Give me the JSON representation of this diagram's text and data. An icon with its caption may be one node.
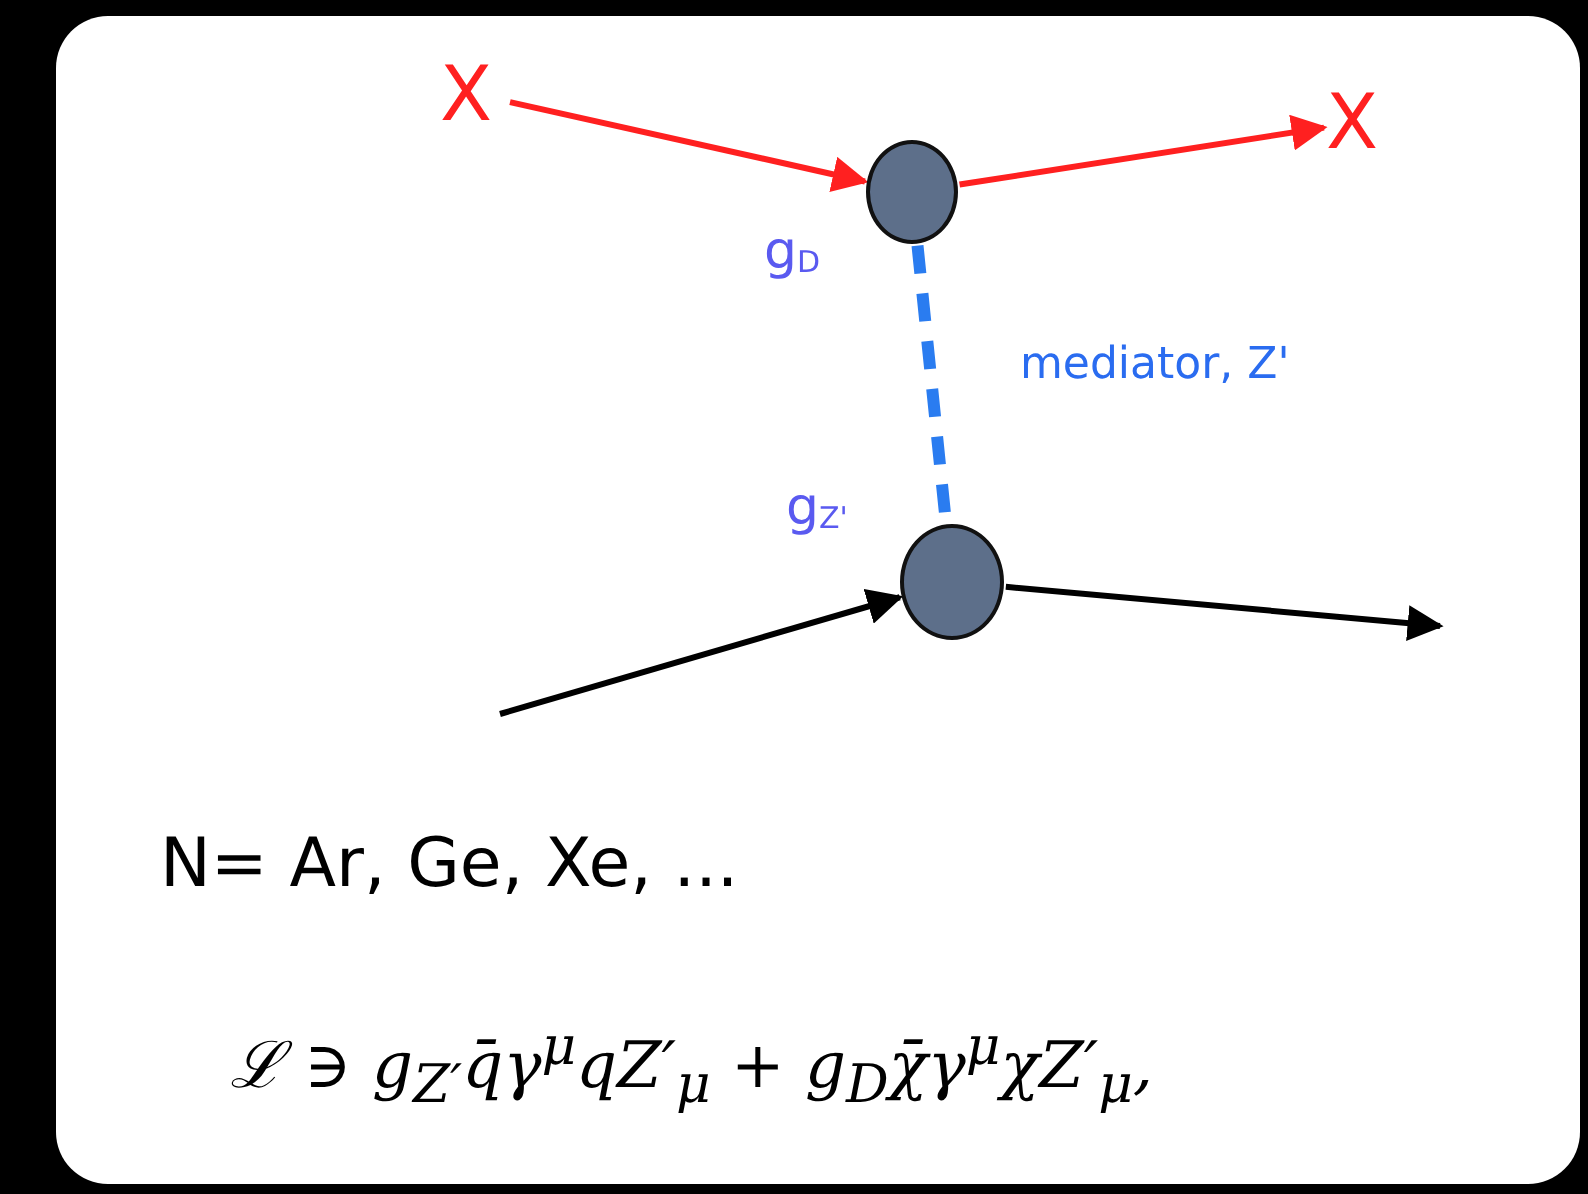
{
  "diagram": {
    "nodes": [
      {
        "text": [
          "X"
        ]
      },
      {
        "text": [],
        "shape": "circle",
        "beside": [
          "g$_{D}$"
        ]
      },
      {
        "text": [
          "X"
        ]
      },
      {
        "text": [],
        "shape": "circle",
        "beside": [
          "g$_{Z'}$"
        ]
      }
    ],
    "edges": [
      {
        "from": 0,
        "to": 1,
        "arrow": "to",
        "color": "#ff2020"
      },
      {
        "from": 1,
        "to": 2,
        "arrow": "to",
        "color": "#ff2020"
      },
      {
        "from": 1,
        "to": 3,
        "arrow": "none",
        "style": "dashed",
        "color": "#2a7cf0",
        "label": "mediator,  Z'"
      },
      {
        "from": null,
        "to": 3,
        "arrow": "to",
        "color": "#000000"
      },
      {
        "from": 3,
        "to": null,
        "arrow": "to",
        "color": "#000000"
      }
    ],
    "labels": [
      "N= Ar, Ge,  Xe, ...",
      "ℒ ∋ g$_{Z′}$q̄γ$^{μ}$qZ′$_{μ}$ + g$_{D}$χ̄γ$^{μ}$χZ′$_{μ}$,"
    ]
  }
}
